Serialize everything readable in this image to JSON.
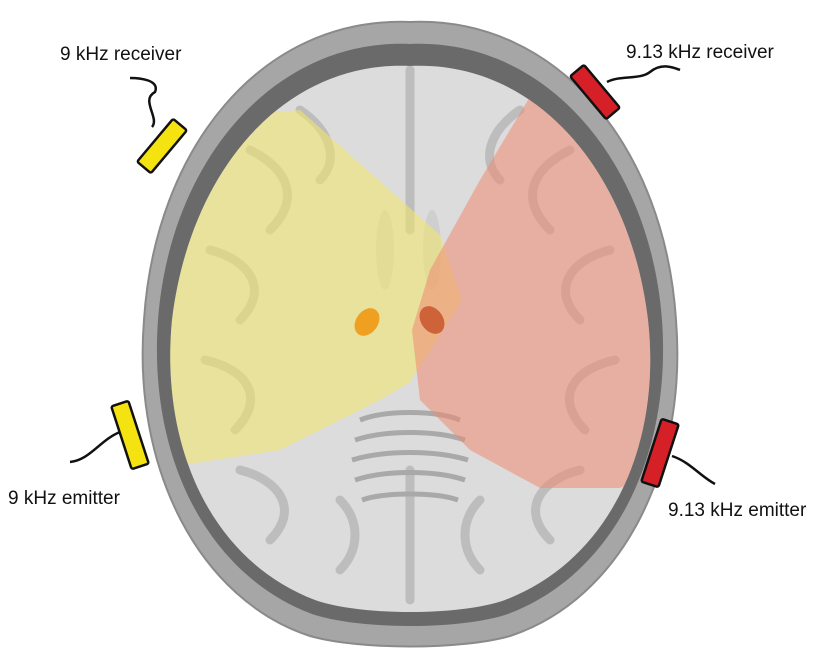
{
  "labels": {
    "left_receiver": "9 kHz receiver",
    "right_receiver": "9.13 kHz receiver",
    "left_emitter": "9 kHz emitter",
    "right_emitter": "9.13 kHz emitter"
  },
  "colors": {
    "left_field": "#f2e76a",
    "right_field": "#ef8a72",
    "left_transducer": "#f5e311",
    "right_transducer": "#d62027",
    "target_left": "#f0a020",
    "target_right": "#c9542a",
    "skull_outer": "#9a9a9a",
    "skull_inner": "#5f5f5f",
    "brain": "#d9d9d9"
  },
  "icons": {
    "left_receiver": "transducer-icon",
    "right_receiver": "transducer-icon",
    "left_emitter": "transducer-icon",
    "right_emitter": "transducer-icon"
  }
}
